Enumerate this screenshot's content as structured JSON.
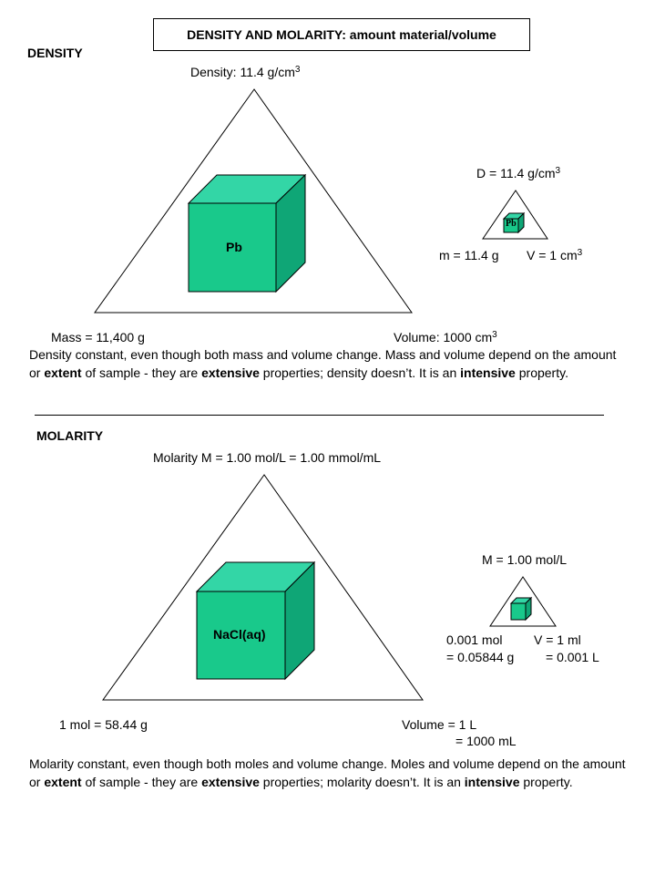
{
  "title": "DENSITY AND MOLARITY:  amount material/volume",
  "colors": {
    "cube_front": "#19c98b",
    "cube_top": "#33d6a6",
    "cube_side": "#0fa676"
  },
  "density": {
    "heading": "DENSITY",
    "big_label": "Density:  11.4 g/cm",
    "big_label_exp": "3",
    "cube_label": "Pb",
    "small_label": "D = 11.4 g/cm",
    "small_label_exp": "3",
    "small_cube_label": "Pb",
    "small_mass": "m = 11.4 g",
    "small_volume": "V = 1 cm",
    "small_volume_exp": "3",
    "mass": "Mass = 11,400 g",
    "volume": "Volume:  1000 cm",
    "volume_exp": "3",
    "para": [
      {
        "t": "Density constant, even though both mass and volume change.  Mass and volume depend on the amount or ",
        "b": false
      },
      {
        "t": "extent",
        "b": true
      },
      {
        "t": " of sample - they are ",
        "b": false
      },
      {
        "t": "extensive",
        "b": true
      },
      {
        "t": " properties; density doesn’t. It is an ",
        "b": false
      },
      {
        "t": "intensive",
        "b": true
      },
      {
        "t": " property.",
        "b": false
      }
    ]
  },
  "molarity": {
    "heading": "MOLARITY",
    "big_label": "Molarity M = 1.00 mol/L = 1.00 mmol/mL",
    "cube_label": "NaCl(aq)",
    "small_label": "M = 1.00 mol/L",
    "small_mol_1": "0.001 mol",
    "small_mol_2": "= 0.05844 g",
    "small_vol_1": "V = 1 ml",
    "small_vol_2": "= 0.001 L",
    "moles": "1 mol = 58.44 g",
    "volume_1": "Volume =  1 L",
    "volume_2": "=  1000 mL",
    "para": [
      {
        "t": "Molarity constant, even though both moles and volume change.  Moles and volume depend on the amount or ",
        "b": false
      },
      {
        "t": "extent",
        "b": true
      },
      {
        "t": " of sample - they are ",
        "b": false
      },
      {
        "t": "extensive",
        "b": true
      },
      {
        "t": " properties; molarity doesn’t.  It is an ",
        "b": false
      },
      {
        "t": "intensive",
        "b": true
      },
      {
        "t": " property.",
        "b": false
      }
    ]
  }
}
